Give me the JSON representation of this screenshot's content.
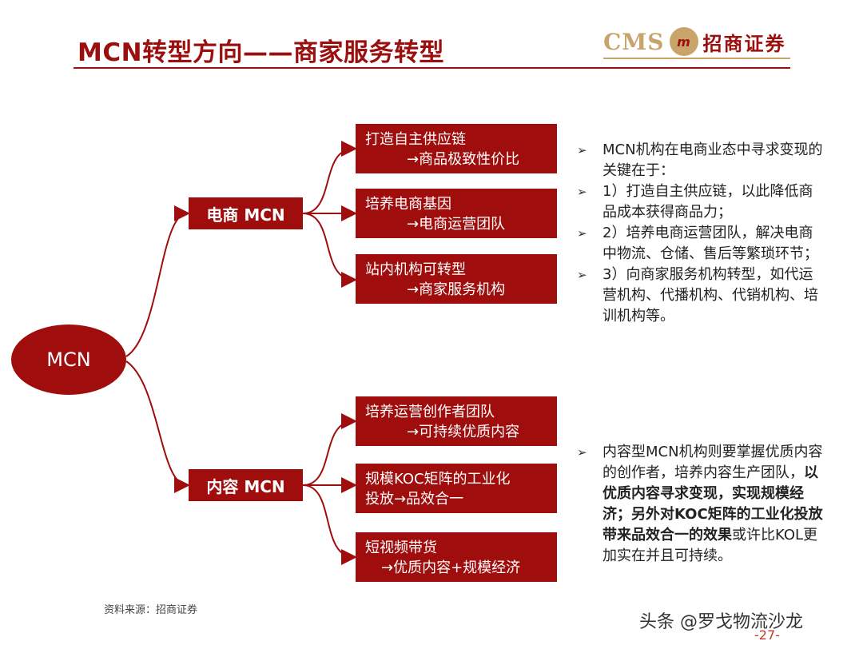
{
  "header": {
    "title": "MCN转型方向——商家服务转型",
    "logo_cms": "CMS",
    "logo_emblem": "m",
    "logo_cn": "招商证券"
  },
  "diagram": {
    "root": "MCN",
    "branches": [
      {
        "label": "电商 MCN",
        "leaves": [
          {
            "line1": "打造自主供应链",
            "line2": "→商品极致性价比"
          },
          {
            "line1": "培养电商基因",
            "line2": "→电商运营团队"
          },
          {
            "line1": "站内机构可转型",
            "line2": "→商家服务机构"
          }
        ]
      },
      {
        "label": "内容 MCN",
        "leaves": [
          {
            "line1": "培养运营创作者团队",
            "line2": "→可持续优质内容"
          },
          {
            "line1": "规模KOC矩阵的工业化",
            "line2": "投放→品效合一"
          },
          {
            "line1": "短视频带货",
            "line2": "→优质内容+规模经济"
          }
        ]
      }
    ]
  },
  "notes_top": [
    "MCN机构在电商业态中寻求变现的关键在于：",
    "1）打造自主供应链，以此降低商品成本获得商品力；",
    "2）培养电商运营团队，解决电商中物流、仓储、售后等繁琐环节；",
    "3）向商家服务机构转型，如代运营机构、代播机构、代销机构、培训机构等。"
  ],
  "notes_bottom": {
    "plain": "内容型MCN机构则要掌握优质内容的创作者，培养内容生产团队，",
    "bold": "以优质内容寻求变现，实现规模经济；另外对KOC矩阵的工业化投放带来品效合一的效果",
    "tail": "或许比KOL更加实在并且可持续。"
  },
  "footer": {
    "source": "资料来源：招商证券",
    "watermark": "头条 @罗戈物流沙龙",
    "page": "-27-"
  },
  "colors": {
    "brand_red": "#a00d0d",
    "gold": "#c8a46a"
  }
}
